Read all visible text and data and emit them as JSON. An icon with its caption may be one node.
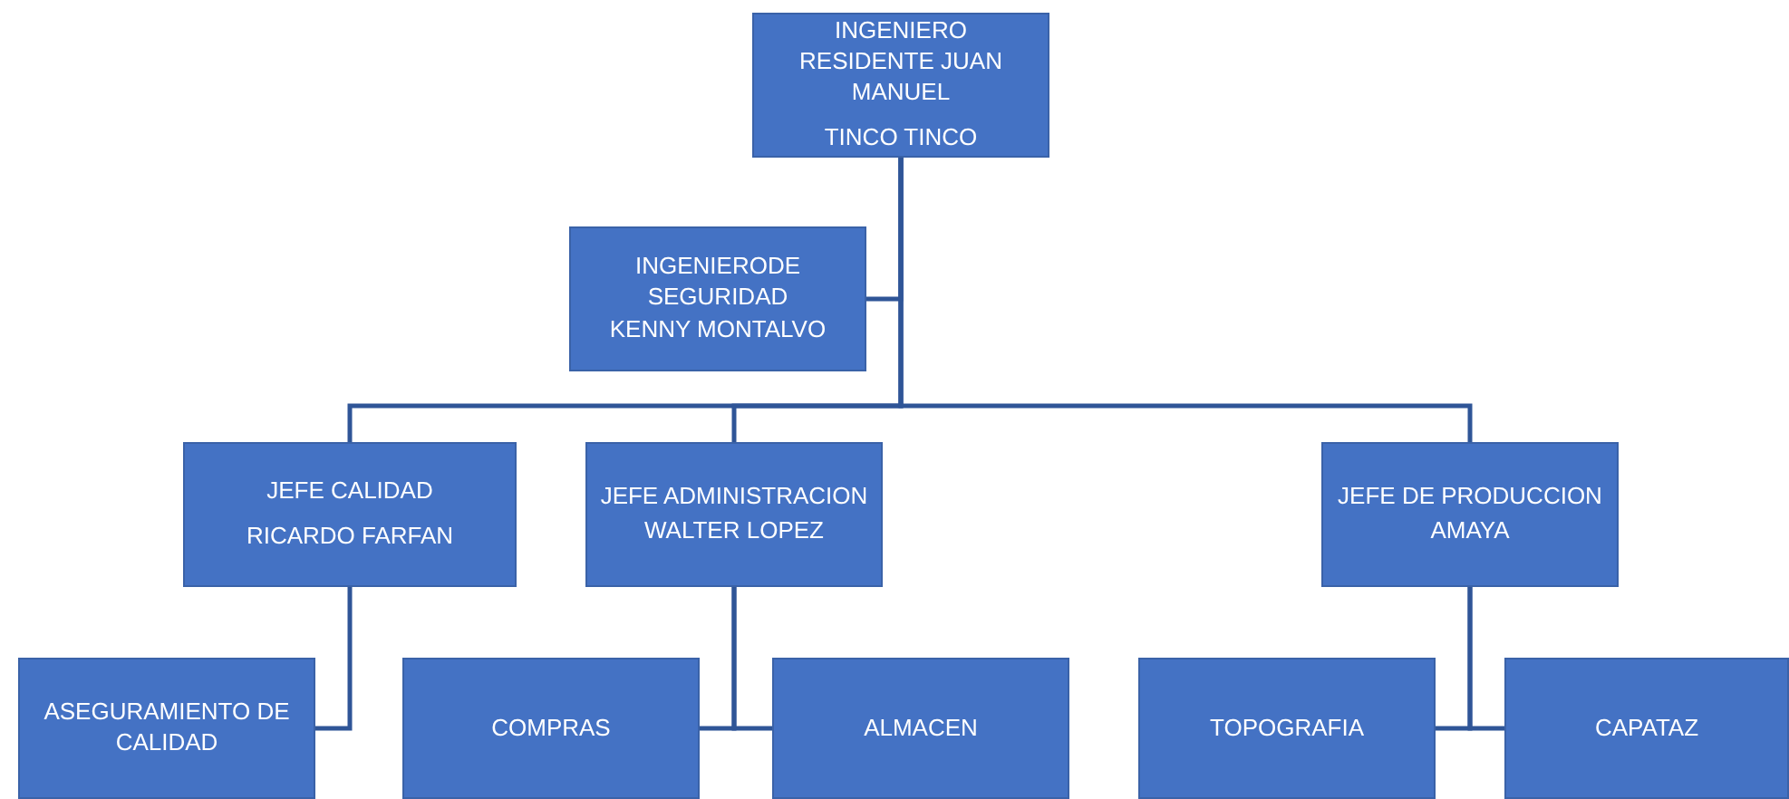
{
  "diagram": {
    "nodes": [
      {
        "text": [
          "INGENIERO RESIDENTE JUAN MANUEL",
          "TINCO TINCO"
        ]
      },
      {
        "text": [
          "INGENIERODE SEGURIDAD",
          "KENNY MONTALVO"
        ]
      },
      {
        "text": [
          "JEFE CALIDAD",
          "RICARDO FARFAN"
        ]
      },
      {
        "text": [
          "JEFE ADMINISTRACION",
          "WALTER LOPEZ"
        ]
      },
      {
        "text": [
          "JEFE DE PRODUCCION",
          "AMAYA"
        ]
      },
      {
        "text": [
          "ASEGURAMIENTO DE CALIDAD"
        ]
      },
      {
        "text": [
          "COMPRAS"
        ]
      },
      {
        "text": [
          "ALMACEN"
        ]
      },
      {
        "text": [
          "TOPOGRAFIA"
        ]
      },
      {
        "text": [
          "CAPATAZ"
        ]
      }
    ],
    "edges": [
      {
        "from": 0,
        "to": 1,
        "arrow": "none"
      },
      {
        "from": 0,
        "to": 2,
        "arrow": "none"
      },
      {
        "from": 0,
        "to": 3,
        "arrow": "none"
      },
      {
        "from": 0,
        "to": 4,
        "arrow": "none"
      },
      {
        "from": 2,
        "to": 5,
        "arrow": "none"
      },
      {
        "from": 3,
        "to": 6,
        "arrow": "none"
      },
      {
        "from": 3,
        "to": 7,
        "arrow": "none"
      },
      {
        "from": 4,
        "to": 8,
        "arrow": "none"
      },
      {
        "from": 4,
        "to": 9,
        "arrow": "none"
      }
    ]
  }
}
